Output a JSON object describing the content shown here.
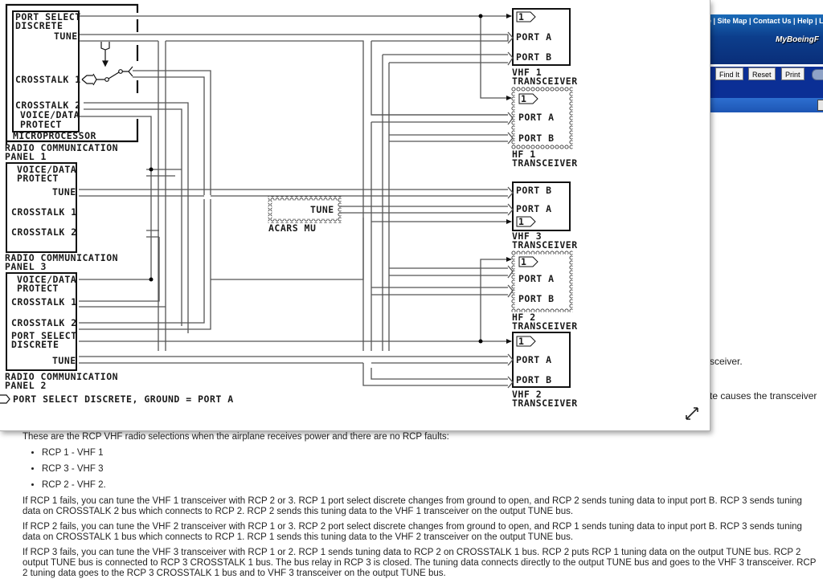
{
  "background_page": {
    "header_links": "e | Site Map | Contact Us | Help | L",
    "brand": "MyBoeingF",
    "buttons": [
      "Find It",
      "Reset",
      "Print"
    ],
    "snippet_1": "sceiver.",
    "snippet_2": "te causes the transceiver"
  },
  "diagram": {
    "rcp1": {
      "port_select_1": "PORT SELECT",
      "port_select_2": "DISCRETE",
      "tune": "TUNE",
      "crosstalk1": "CROSSTALK 1",
      "crosstalk2": "CROSSTALK 2",
      "voice_data_1": "VOICE/DATA",
      "voice_data_2": "PROTECT",
      "microprocessor": "MICROPROCESSOR",
      "label_1": "RADIO COMMUNICATION",
      "label_2": "PANEL 1"
    },
    "rcp3": {
      "voice_data_1": "VOICE/DATA",
      "voice_data_2": "PROTECT",
      "tune": "TUNE",
      "crosstalk1": "CROSSTALK 1",
      "crosstalk2": "CROSSTALK 2",
      "label_1": "RADIO COMMUNICATION",
      "label_2": "PANEL 3"
    },
    "rcp2": {
      "voice_data_1": "VOICE/DATA",
      "voice_data_2": "PROTECT",
      "crosstalk1": "CROSSTALK 1",
      "crosstalk2": "CROSSTALK 2",
      "port_select_1": "PORT SELECT",
      "port_select_2": "DISCRETE",
      "tune": "TUNE",
      "label_1": "RADIO COMMUNICATION",
      "label_2": "PANEL 2"
    },
    "acars": {
      "tune": "TUNE",
      "label": "ACARS MU"
    },
    "legend": "PORT SELECT DISCRETE, GROUND = PORT A",
    "discrete_tag": "1",
    "transceivers": {
      "vhf1": {
        "port_a": "PORT A",
        "port_b": "PORT B",
        "label_1": "VHF 1",
        "label_2": "TRANSCEIVER"
      },
      "hf1": {
        "port_a": "PORT A",
        "port_b": "PORT B",
        "label_1": "HF 1",
        "label_2": "TRANSCEIVER"
      },
      "vhf3": {
        "port_a": "PORT A",
        "port_b": "PORT B",
        "label_1": "VHF 3",
        "label_2": "TRANSCEIVER"
      },
      "hf2": {
        "port_a": "PORT A",
        "port_b": "PORT B",
        "label_1": "HF 2",
        "label_2": "TRANSCEIVER"
      },
      "vhf2": {
        "port_a": "PORT A",
        "port_b": "PORT B",
        "label_1": "VHF 2",
        "label_2": "TRANSCEIVER"
      }
    }
  },
  "article": {
    "intro": "These are the RCP VHF radio selections when the airplane receives power and there are no RCP faults:",
    "selections": [
      "RCP 1 - VHF 1",
      "RCP 3 - VHF 3",
      "RCP 2 - VHF 2."
    ],
    "paragraphs": [
      "If RCP 1 fails, you can tune the VHF 1 transceiver with RCP 2 or 3. RCP 1 port select discrete changes from ground to open, and RCP 2 sends tuning data to input port B. RCP 3 sends tuning data on CROSSTALK 2 bus which connects to RCP 2. RCP 2 sends this tuning data to the VHF 1 transceiver on the output TUNE bus.",
      "If RCP 2 fails, you can tune the VHF 2 transceiver with RCP 1 or 3. RCP 2 port select discrete changes from ground to open, and RCP 1 sends tuning data to input port B. RCP 3 sends tuning data on CROSSTALK 1 bus which connects to RCP 1. RCP 1 sends this tuning data to the VHF 2 transceiver on the output TUNE bus.",
      "If RCP 3 fails, you can tune the VHF 3 transceiver with RCP 1 or 2. RCP 1 sends tuning data to RCP 2 on CROSSTALK 1 bus. RCP 2 puts RCP 1 tuning data on the output TUNE bus. RCP 2 output TUNE bus is connected to RCP 3 CROSSTALK 1 bus. The bus relay in RCP 3 is closed. The tuning data connects directly to the output TUNE bus and goes to the VHF 3 transceiver. RCP 2 tuning data goes to the RCP 3 CROSSTALK 1 bus and to VHF 3 transceiver on the output TUNE bus."
    ]
  }
}
